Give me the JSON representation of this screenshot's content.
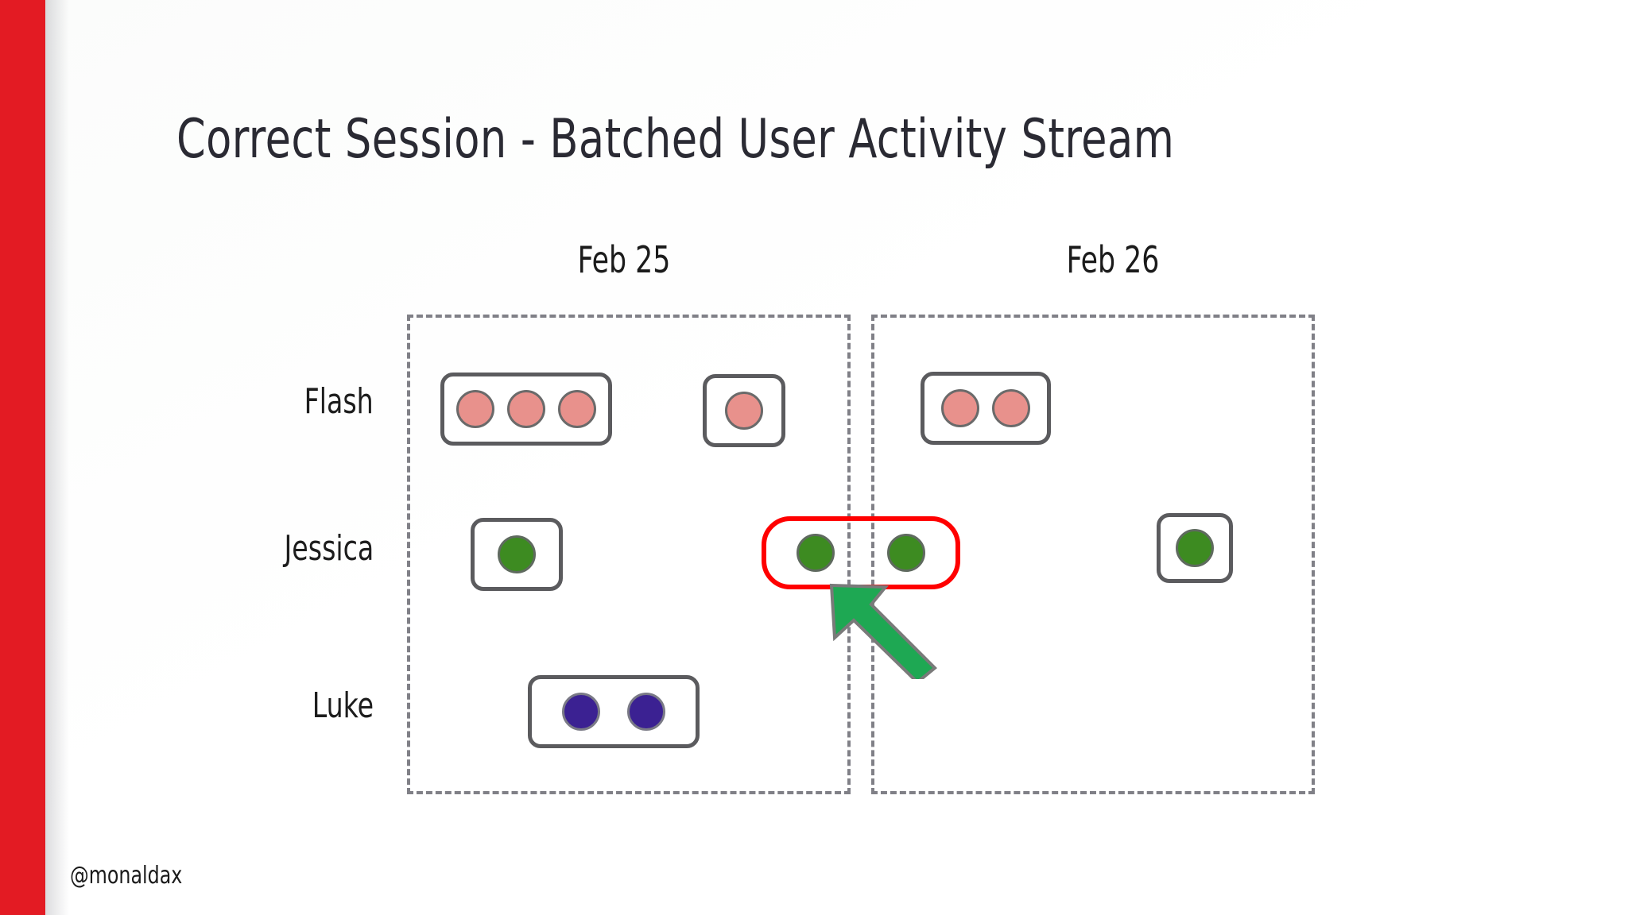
{
  "slide": {
    "title": "Correct Session - Batched User Activity Stream",
    "watermark": "@monaldax",
    "accent_color": "#E31B23",
    "background_color": "#FFFFFF",
    "title_color": "#2A2A33"
  },
  "days": [
    {
      "label": "Feb 25"
    },
    {
      "label": "Feb 26"
    }
  ],
  "rows": [
    {
      "label": "Flash",
      "color": "#E8918C"
    },
    {
      "label": "Jessica",
      "color": "#3D8B21"
    },
    {
      "label": "Luke",
      "color": "#3B2192"
    }
  ],
  "batches": [
    {
      "row": "Flash",
      "day": "Feb 25",
      "events": 3,
      "color_class": "pink",
      "highlighted": false
    },
    {
      "row": "Flash",
      "day": "Feb 25",
      "events": 1,
      "color_class": "pink",
      "highlighted": false
    },
    {
      "row": "Flash",
      "day": "Feb 26",
      "events": 2,
      "color_class": "pink",
      "highlighted": false
    },
    {
      "row": "Jessica",
      "day": "Feb 25",
      "events": 1,
      "color_class": "green",
      "highlighted": false
    },
    {
      "row": "Jessica",
      "day": "Feb 25/26 boundary",
      "events": 2,
      "color_class": "green",
      "highlighted": true
    },
    {
      "row": "Jessica",
      "day": "Feb 26",
      "events": 1,
      "color_class": "green",
      "highlighted": false
    },
    {
      "row": "Luke",
      "day": "Feb 25",
      "events": 2,
      "color_class": "purple",
      "highlighted": false
    }
  ],
  "annotation": {
    "arrow_color": "#1EA853",
    "arrow_outline_color": "#7A7A7A",
    "highlight_color": "#FF0000",
    "points_to": "Jessica batch spanning Feb 25 and Feb 26"
  },
  "style": {
    "panel_border_color": "#808087",
    "batch_border_color": "#5B5B5E",
    "dot_border_color": "#6A6A6A"
  }
}
